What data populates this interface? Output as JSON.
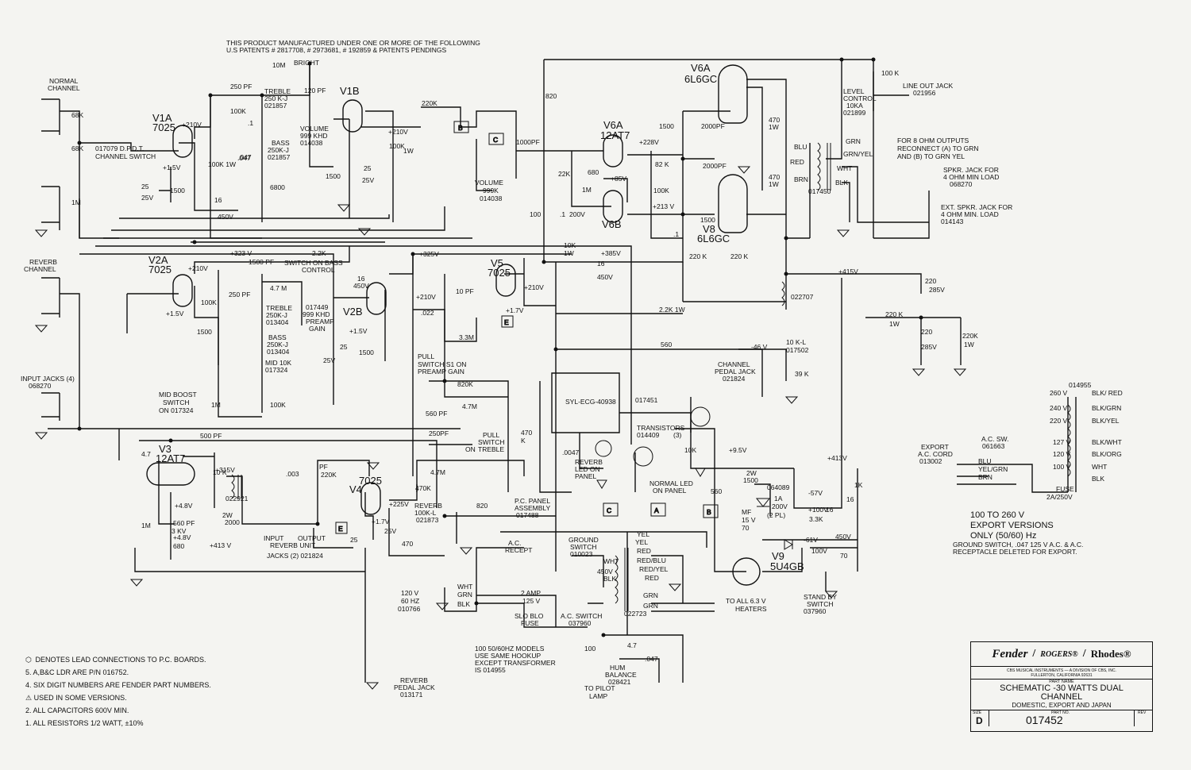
{
  "patent_note": [
    "THIS PRODUCT MANUFACTURED UNDER ONE OR MORE OF THE FOLLOWING",
    "U.S PATENTS # 2817708, # 2973681, # 192859 & PATENTS PENDINGS"
  ],
  "labels": {
    "normal_channel": [
      "NORMAL",
      "CHANNEL"
    ],
    "reverb_channel": [
      "REVERB",
      "CHANNEL"
    ],
    "input_jacks": [
      "INPUT JACKS (4)",
      "068270"
    ],
    "channel_switch": [
      "017079 D.P.D.T.",
      "CHANNEL SWITCH"
    ],
    "v1a": [
      "V1A",
      "7025"
    ],
    "v1b": "V1B",
    "v2a": [
      "V2A",
      "7025"
    ],
    "v2b": "V2B",
    "v3": [
      "V3",
      "12AT7"
    ],
    "v4": [
      "V4",
      "7025"
    ],
    "v5": [
      "V5",
      "7025"
    ],
    "v6a_top": [
      "V6A",
      "6L6GC"
    ],
    "v6a_pi": [
      "V6A",
      "12AT7"
    ],
    "v6b": "V6B",
    "v8": [
      "V8",
      "6L6GC"
    ],
    "v9": [
      "V9",
      "5U4GB"
    ],
    "treble1": [
      "TREBLE",
      "250 K-J",
      "021857"
    ],
    "bass1": [
      "BASS",
      "250K-J",
      "021857"
    ],
    "volume1": [
      "VOLUME",
      "999 KHD",
      "014038"
    ],
    "volume2": [
      "VOLUME",
      "999K",
      "014038"
    ],
    "treble2": [
      "TREBLE",
      "250K-J",
      "013404"
    ],
    "bass2": [
      "BASS",
      "250K-J",
      "013404"
    ],
    "mid": [
      "MID 10K",
      "017324"
    ],
    "preamp_gain": [
      "017449",
      "999 KHD",
      "PREAMP",
      "GAIN"
    ],
    "mid_boost": [
      "MID BOOST",
      "SWITCH",
      "ON 017324"
    ],
    "switch_on_bass": [
      "SWITCH ON BASS",
      "CONTROL"
    ],
    "bright": "BRIGHT",
    "level_control": [
      "LEVEL",
      "CONTROL",
      "10KA",
      "021899"
    ],
    "line_out": [
      "LINE OUT JACK",
      "021956"
    ],
    "ohm_note": [
      "FOR 8 OHM OUTPUTS",
      "RECONNECT (A) TO GRN",
      "AND (B) TO GRN YEL"
    ],
    "spkr_jack": [
      "SPKR. JACK FOR",
      "4 OHM MIN LOAD",
      "068270"
    ],
    "ext_spkr": [
      "EXT. SPKR. JACK FOR",
      "4 OHM MIN. LOAD",
      "014143"
    ],
    "output_tx": [
      "BLU",
      "GRN",
      "GRN/YEL",
      "WHT",
      "BLK",
      "RED",
      "BRN",
      "017450"
    ],
    "choke": "022707",
    "pull_s1": [
      "PULL",
      "SWITCH S1 ON",
      "PREAMP GAIN"
    ],
    "pull_treble": [
      "PULL",
      "SWITCH",
      "ON",
      "TREBLE"
    ],
    "ldr": "SYL-ECG-40938",
    "ldr_part": "017451",
    "transistors": [
      "TRANSISTORS",
      "014409",
      "(3)"
    ],
    "reverb_led": [
      "REVERB",
      "LED ON",
      "PANEL"
    ],
    "normal_led": [
      "NORMAL LED",
      "ON PANEL"
    ],
    "pc_panel": [
      "P.C. PANEL",
      "ASSEMBLY",
      "017488"
    ],
    "channel_pedal": [
      "CHANNEL",
      "PEDAL JACK",
      "021824"
    ],
    "reverb_pot": [
      "REVERB",
      "100K-L",
      "021873"
    ],
    "reverb_unit": [
      "INPUT",
      "OUTPUT",
      "REVERB UNIT",
      "JACKS (2) 021824"
    ],
    "reverb_tx": "022921",
    "ac_recept": [
      "A.C.",
      "RECEPT"
    ],
    "ground_switch": [
      "GROUND",
      "SWITCH",
      "010023"
    ],
    "power_cord": [
      "120 V",
      "60 HZ",
      "010766"
    ],
    "cord_colors": [
      "WHT",
      "GRN",
      "BLK"
    ],
    "fuse": [
      "2 AMP",
      "125 V",
      "SLO BLO",
      "FUSE"
    ],
    "ac_switch": [
      "A.C. SWITCH",
      "037960"
    ],
    "power_tx": [
      "YEL",
      "YEL",
      "RED",
      "RED/BLU",
      "RED/YEL",
      "RED",
      "WHT",
      "BLK",
      "GRN",
      "GRN",
      "022723"
    ],
    "heaters": [
      "TO ALL 6.3 V",
      "HEATERS"
    ],
    "standby": [
      "STAND BY",
      "SWITCH",
      "037960"
    ],
    "hum": [
      "HUM",
      "BALANCE",
      "028421"
    ],
    "pilot": [
      "TO PILOT",
      "LAMP"
    ],
    "pedal_reverb": [
      "REVERB",
      "PEDAL JACK",
      "013171"
    ],
    "models_note": [
      "100 50/60HZ MODELS",
      "USE SAME HOOKUP",
      "EXCEPT TRANSFORMER",
      "IS 014955"
    ],
    "export_cord": [
      "EXPORT",
      "A.C. CORD",
      "013002"
    ],
    "export_sw": [
      "A.C. SW.",
      "061663"
    ],
    "export_cord_colors": [
      "BLU",
      "YEL/GRN",
      "BRN"
    ],
    "export_taps": [
      "014955",
      "260 V",
      "BLK/ RED",
      "240 V",
      "BLK/GRN",
      "220 V",
      "BLK/YEL",
      "127 V",
      "BLK/WHT",
      "120 V",
      "BLK/ORG",
      "100 V",
      "WHT",
      "BLK"
    ],
    "export_fuse": [
      "FUSE",
      "2A/250V"
    ],
    "export_versions": [
      "100 TO 260 V",
      "EXPORT VERSIONS",
      "ONLY (50/60) Hz"
    ],
    "export_notes": [
      "GROUND SWITCH, .047 125 V A.C. & A.C.",
      "RECEPTACLE DELETED FOR EXPORT."
    ],
    "rectifier": [
      "064089",
      "1A",
      "200V",
      "(2 PL)"
    ],
    "voltages": [
      "+210V",
      "+1.5V",
      "+210V",
      "+210V",
      "+1.5V",
      "+323 V",
      "+325V",
      "+210V",
      "+210V",
      "+1.7V",
      "+1.5V",
      "+228V",
      "+85V",
      "+213 V",
      "+385V",
      "-46 V",
      "+9.5V",
      "+415V",
      "+413V",
      "-57V",
      "-61V",
      "+315V",
      "+4.8V",
      "+4.8V",
      "+225V",
      "+1.7V",
      "+413 V"
    ],
    "components": [
      "10M",
      "120 PF",
      "250 PF",
      "100K",
      ".1",
      ".047",
      "100K 1W",
      "68K",
      "68K",
      "1M",
      "1500",
      "25",
      "25V",
      "16",
      "450V",
      "6800",
      "1500",
      "25",
      "25V",
      ".047",
      "220K",
      "100K",
      "1W",
      "1000PF",
      "820",
      "22K",
      "680",
      "1M",
      "100",
      ".1",
      "200V",
      "82 K",
      "100K",
      "1500",
      "2000PF",
      "2000PF",
      "470",
      "1W",
      "470",
      "1W",
      "1500",
      "220 K",
      "220 K",
      "100 K",
      ".1",
      "2.2K 1W",
      "10K",
      "1W",
      "16",
      "450V",
      "2.2K",
      "1500 PF",
      "4.7 M",
      "250 PF",
      "100K",
      "1500",
      "16",
      "450V",
      "25",
      "25V",
      "1500",
      "10 PF",
      ".022",
      "3.3M",
      "820K",
      "4.7M",
      "560 PF",
      "250PF",
      "4.7M",
      "470",
      "K",
      "560",
      "10 K-L",
      "017502",
      "39 K",
      "220",
      "285V",
      "220 K",
      "1W",
      "220",
      "285V",
      "220K",
      "1W",
      "500 PF",
      "1M",
      "560 PF",
      "3 KV",
      "680",
      "10 K",
      "2W",
      "2000",
      "PF",
      "220K",
      ".003",
      "470K",
      "820",
      "25",
      "25V",
      "470",
      "2W",
      "1500",
      "MF",
      "15 V",
      "70",
      "+100V",
      "3.3K",
      "16",
      "450V",
      "70",
      "100V",
      "1K",
      "16",
      "450V",
      ".047",
      "100",
      "4.7",
      "4.7",
      "1M",
      "100K",
      ".0047",
      "10K",
      "560",
      "680"
    ],
    "connectors": [
      "B",
      "C",
      "E",
      "C",
      "A",
      "B",
      "E"
    ]
  },
  "legend": [
    "DENOTES LEAD CONNECTIONS TO P.C. BOARDS.",
    "5. A,B&C LDR ARE P/N 016752.",
    "4. SIX DIGIT NUMBERS ARE FENDER PART NUMBERS.",
    "USED IN SOME VERSIONS.",
    "2. ALL CAPACITORS 600V MIN.",
    "1. ALL RESISTORS 1/2 WATT, ±10%"
  ],
  "title_block": {
    "brand_fender": "Fender",
    "brand_rogers": "ROGERS®",
    "brand_rhodes": "Rhodes®",
    "company_1": "CBS MUSICAL INSTRUMENTS — A DIVISION OF CBS, INC.",
    "company_2": "FULLERTON, CALIFORNIA 92631",
    "part_name_label": "PART NAME",
    "title_1": "SCHEMATIC -30 WATTS DUAL",
    "title_2": "CHANNEL",
    "title_3": "DOMESTIC, EXPORT AND JAPAN",
    "size_label": "SIZE",
    "size": "D",
    "part_no_label": "PART NO.",
    "part_no": "017452",
    "rev_label": "REV"
  }
}
